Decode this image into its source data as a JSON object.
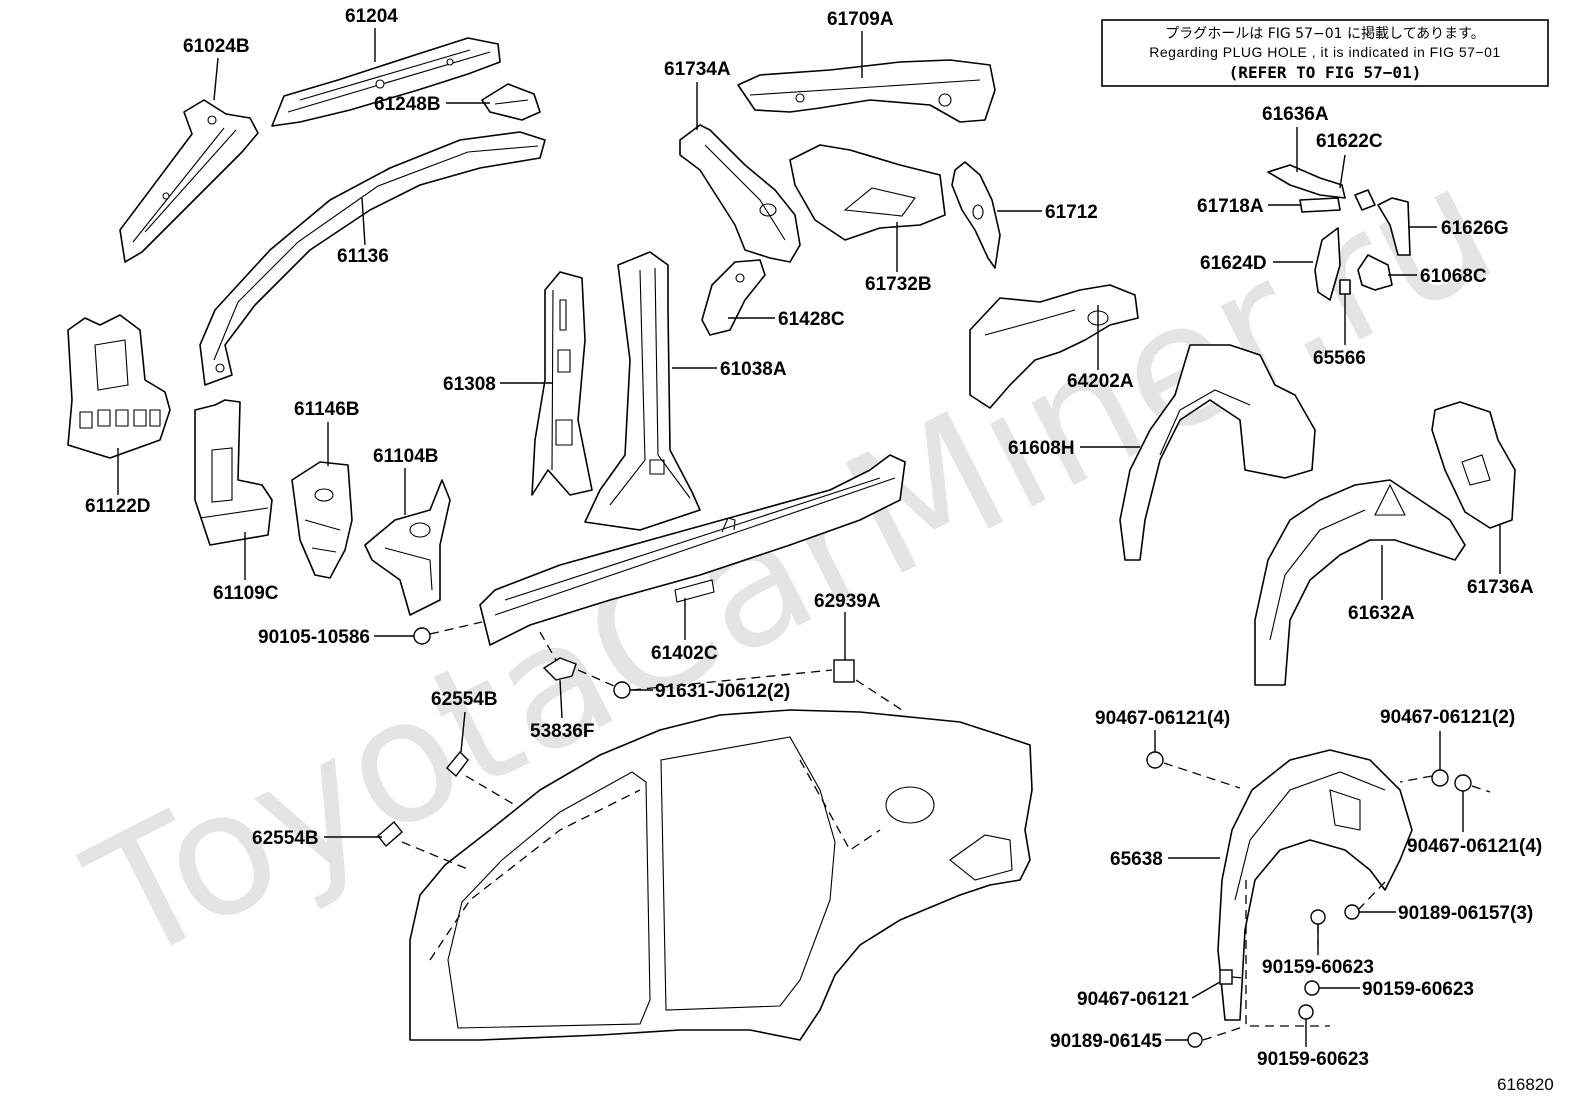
{
  "watermark": "ToyotaCarMiner.ru",
  "figure_number": "616820",
  "notice": {
    "line_ja": "プラグホールは FIG 57−01 に掲載してあります。",
    "line_en": "Regarding PLUG HOLE , it is indicated in FIG 57−01",
    "line_ref": "(REFER TO FIG 57−01)"
  },
  "callouts": [
    {
      "label": "61024B"
    },
    {
      "label": "61204"
    },
    {
      "label": "61248B"
    },
    {
      "label": "61709A"
    },
    {
      "label": "61734A"
    },
    {
      "label": "61136"
    },
    {
      "label": "61122D"
    },
    {
      "label": "61146B"
    },
    {
      "label": "61104B"
    },
    {
      "label": "61109C"
    },
    {
      "label": "61308"
    },
    {
      "label": "61038A"
    },
    {
      "label": "61428C"
    },
    {
      "label": "61732B"
    },
    {
      "label": "61712"
    },
    {
      "label": "64202A"
    },
    {
      "label": "61608H"
    },
    {
      "label": "61636A"
    },
    {
      "label": "61622C"
    },
    {
      "label": "61718A"
    },
    {
      "label": "61626G"
    },
    {
      "label": "61624D"
    },
    {
      "label": "61068C"
    },
    {
      "label": "65566"
    },
    {
      "label": "61632A"
    },
    {
      "label": "61736A"
    },
    {
      "label": "61402C"
    },
    {
      "label": "62939A"
    },
    {
      "label": "90105-10586"
    },
    {
      "label": "91631-J0612(2)"
    },
    {
      "label": "53836F"
    },
    {
      "label": "62554B"
    },
    {
      "label": "62554B"
    },
    {
      "label": "90467-06121(4)"
    },
    {
      "label": "90467-06121(2)"
    },
    {
      "label": "90467-06121(4)"
    },
    {
      "label": "65638"
    },
    {
      "label": "90189-06157(3)"
    },
    {
      "label": "90159-60623"
    },
    {
      "label": "90467-06121"
    },
    {
      "label": "90159-60623"
    },
    {
      "label": "90189-06145"
    },
    {
      "label": "90159-60623"
    }
  ]
}
